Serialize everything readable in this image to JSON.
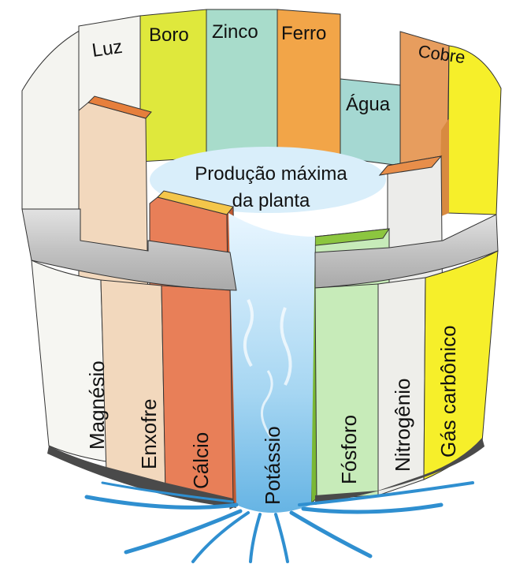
{
  "title": {
    "line1": "Produção máxima",
    "line2": "da planta"
  },
  "back_staves": [
    {
      "label": "Luz",
      "color": "#f4f4f0"
    },
    {
      "label": "Boro",
      "color": "#dfe83c"
    },
    {
      "label": "Zinco",
      "color": "#a8dccb"
    },
    {
      "label": "Ferro",
      "color": "#f2a548"
    },
    {
      "label": "Água",
      "color": "#a5d8d2"
    },
    {
      "label": "Cobre",
      "color": "#e79d5e"
    }
  ],
  "front_staves": [
    {
      "label": "Magnésio",
      "color": "#f6f6f2"
    },
    {
      "label": "Enxofre",
      "color": "#f2d8bd"
    },
    {
      "label": "Cálcio",
      "color": "#e87f58"
    },
    {
      "label": "Potássio",
      "color": "#8ecde8"
    },
    {
      "label": "Fósforo",
      "color": "#c7ebb9"
    },
    {
      "label": "Nitrogênio",
      "color": "#eeeeea"
    },
    {
      "label": "Gás carbônico",
      "color": "#f6ef2a"
    }
  ],
  "colors": {
    "hoop": "#c6c6c6",
    "water": "#9ed2f0",
    "outline": "#333333"
  }
}
